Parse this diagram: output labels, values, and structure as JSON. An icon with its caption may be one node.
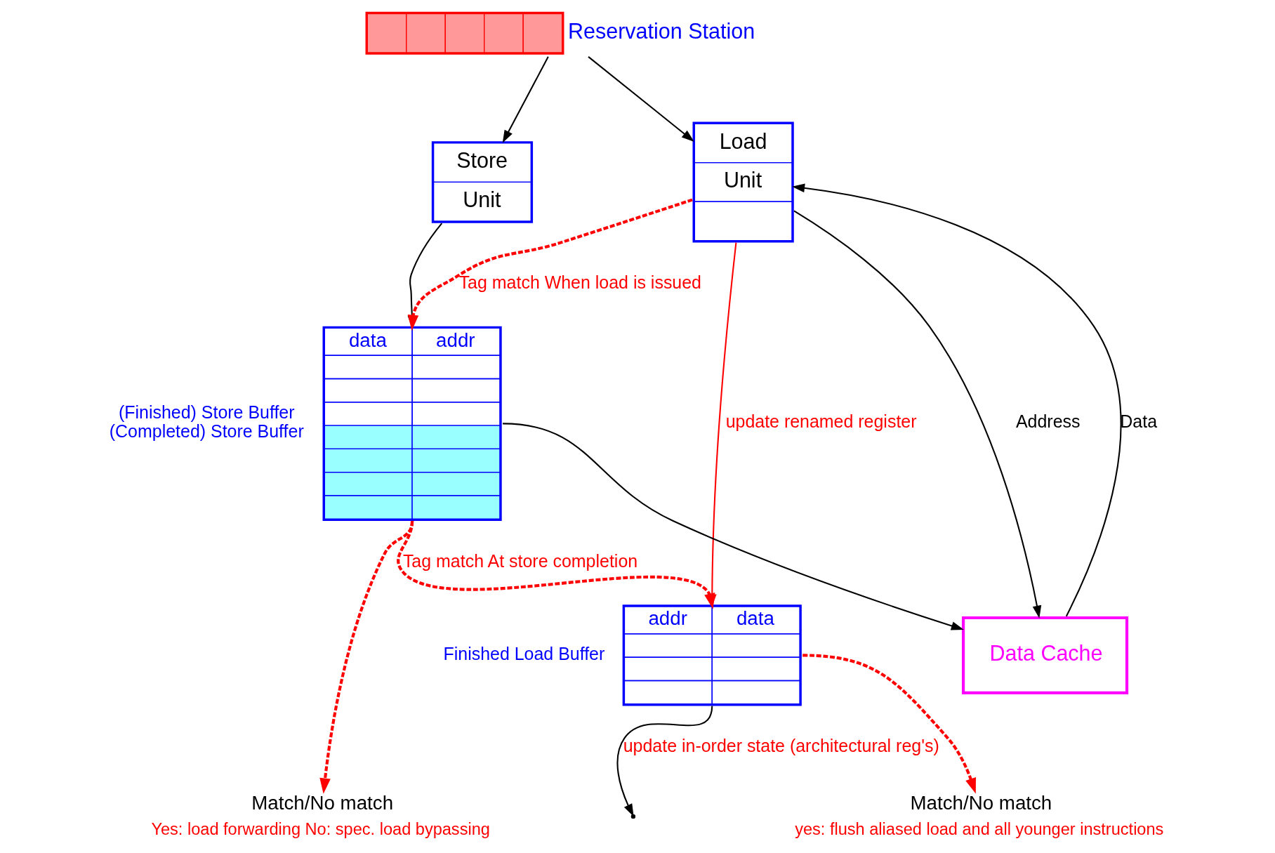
{
  "diagram": {
    "nodes": [
      {
        "text": [
          "Reservation Station"
        ]
      },
      {
        "text": [
          "Store",
          "Unit"
        ]
      },
      {
        "text": [
          "Load",
          "Unit"
        ]
      },
      {
        "text": [
          "data",
          "addr"
        ],
        "beside": [
          "(Finished) Store Buffer",
          "(Completed) Store Buffer"
        ]
      },
      {
        "text": [
          "addr",
          "data"
        ],
        "beside": [
          "Finished Load Buffer"
        ]
      },
      {
        "text": [
          "Data Cache"
        ]
      },
      {
        "text": [
          "Match/No match"
        ],
        "beside": [
          "Yes: load forwarding No: spec. load bypassing"
        ]
      },
      {
        "text": [
          "Match/No match"
        ],
        "beside": [
          "yes: flush aliased load and all younger instructions"
        ]
      }
    ],
    "edges": [
      {
        "from": 0,
        "to": 1,
        "arrow": "to"
      },
      {
        "from": 0,
        "to": 2,
        "arrow": "to"
      },
      {
        "from": 1,
        "to": 3,
        "arrow": "to"
      },
      {
        "from": 2,
        "to": 3,
        "arrow": "to",
        "label": "Tag match When load is issued",
        "style": "dashed",
        "color": "#ff0000"
      },
      {
        "from": 3,
        "to": 6,
        "arrow": "to",
        "style": "dashed",
        "color": "#ff0000"
      },
      {
        "from": 3,
        "to": 4,
        "arrow": "to",
        "label": "Tag match At store completion",
        "style": "dashed",
        "color": "#ff0000"
      },
      {
        "from": 4,
        "to": 7,
        "arrow": "to",
        "style": "dashed",
        "color": "#ff0000"
      },
      {
        "from": 2,
        "to": 4,
        "arrow": "to",
        "label": "update renamed register",
        "color": "#ff0000"
      },
      {
        "from": 2,
        "to": 5,
        "arrow": "to",
        "label": "Address"
      },
      {
        "from": 5,
        "to": 2,
        "arrow": "to",
        "label": "Data"
      },
      {
        "from": 3,
        "to": 5,
        "arrow": "to"
      },
      {
        "from": 4,
        "to": null,
        "arrow": "to",
        "label": "update in-order state (architectural reg's)"
      }
    ]
  }
}
